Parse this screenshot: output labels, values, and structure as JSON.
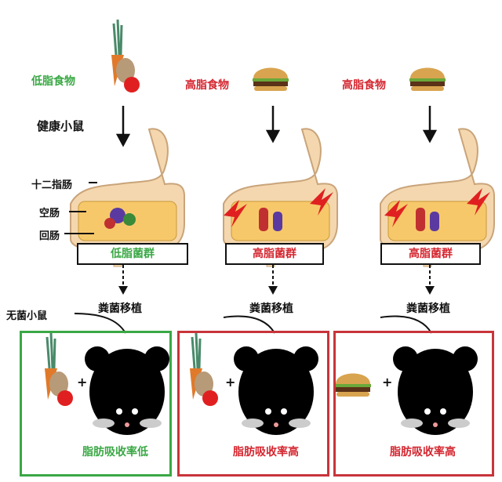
{
  "columns": [
    {
      "food": "低脂食物",
      "flora": "低脂菌群",
      "transplant": "粪菌移植",
      "result": "脂肪吸收率低"
    },
    {
      "food": "高脂食物",
      "flora": "高脂菌群",
      "transplant": "粪菌移植",
      "result": "脂肪吸收率高"
    },
    {
      "food": "高脂食物",
      "flora": "高脂菌群",
      "transplant": "粪菌移植",
      "result": "脂肪吸收率高"
    }
  ],
  "labels": {
    "healthy_mouse": "健康小鼠",
    "duodenum": "十二指肠",
    "jejunum": "空肠",
    "ileum": "回肠",
    "germ_free_mouse": "无菌小鼠",
    "plus": "+"
  },
  "colors": {
    "green": "#3aa845",
    "red": "#c8343b"
  }
}
